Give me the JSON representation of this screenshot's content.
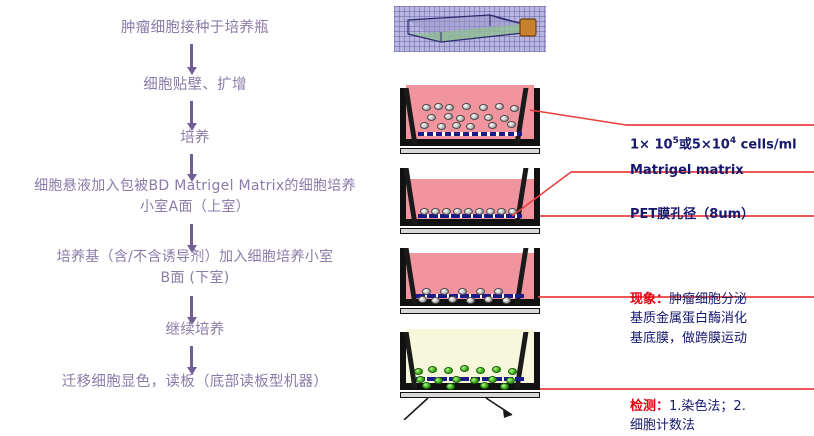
{
  "flowchart": {
    "steps": [
      {
        "text": "肿瘤细胞接种于培养瓶"
      },
      {
        "text": "细胞贴壁、扩增"
      },
      {
        "text": "培养"
      },
      {
        "text": "细胞悬液加入包被BD Matrigel Matrix的细胞培养\n小室A面（上室）"
      },
      {
        "text": "培养基（含/不含诱导剂）加入细胞培养小室\nB面 (下室)"
      },
      {
        "text": "继续培养"
      },
      {
        "text": "迁移细胞显色，读板（底部读板型机器）"
      }
    ],
    "arrow_color": "#6f5f95",
    "text_color": "#8b7ba8"
  },
  "diagram": {
    "photo_caption": "cell-culture-flask-illustration",
    "chambers": [
      {
        "name": "chamber-cells-seeded",
        "fluid": "pink"
      },
      {
        "name": "chamber-cells-settled",
        "fluid": "pink"
      },
      {
        "name": "chamber-cells-migrating",
        "fluid": "pink"
      },
      {
        "name": "chamber-cells-stained",
        "fluid": "pale-yellow"
      }
    ],
    "labels": [
      {
        "id": "label-seeding-density",
        "prefix": "1×  10",
        "sup1": "5",
        "mid": "或5×10",
        "sup2": "4",
        "suffix": " cells/ml"
      },
      {
        "id": "label-matrigel",
        "text": "Matrigel matrix"
      },
      {
        "id": "label-pet-membrane",
        "text": "PET膜孔径（8um）"
      },
      {
        "id": "label-phenomenon",
        "highlight": "现象：",
        "text": "肿瘤细胞分泌\n基质金属蛋白酶消化\n基底膜，做跨膜运动"
      },
      {
        "id": "label-detection",
        "highlight": "检测：",
        "text": "1.染色法；2.\n细胞计数法"
      }
    ],
    "colors": {
      "leader_line": "#e8403f",
      "label_text": "#16186e",
      "highlight": "#e2000f",
      "fluid_pink": "#f2949e",
      "fluid_yellow": "#f7f7dc",
      "membrane": "#1b1b8c",
      "stained_cell": "#4fbf25"
    }
  }
}
